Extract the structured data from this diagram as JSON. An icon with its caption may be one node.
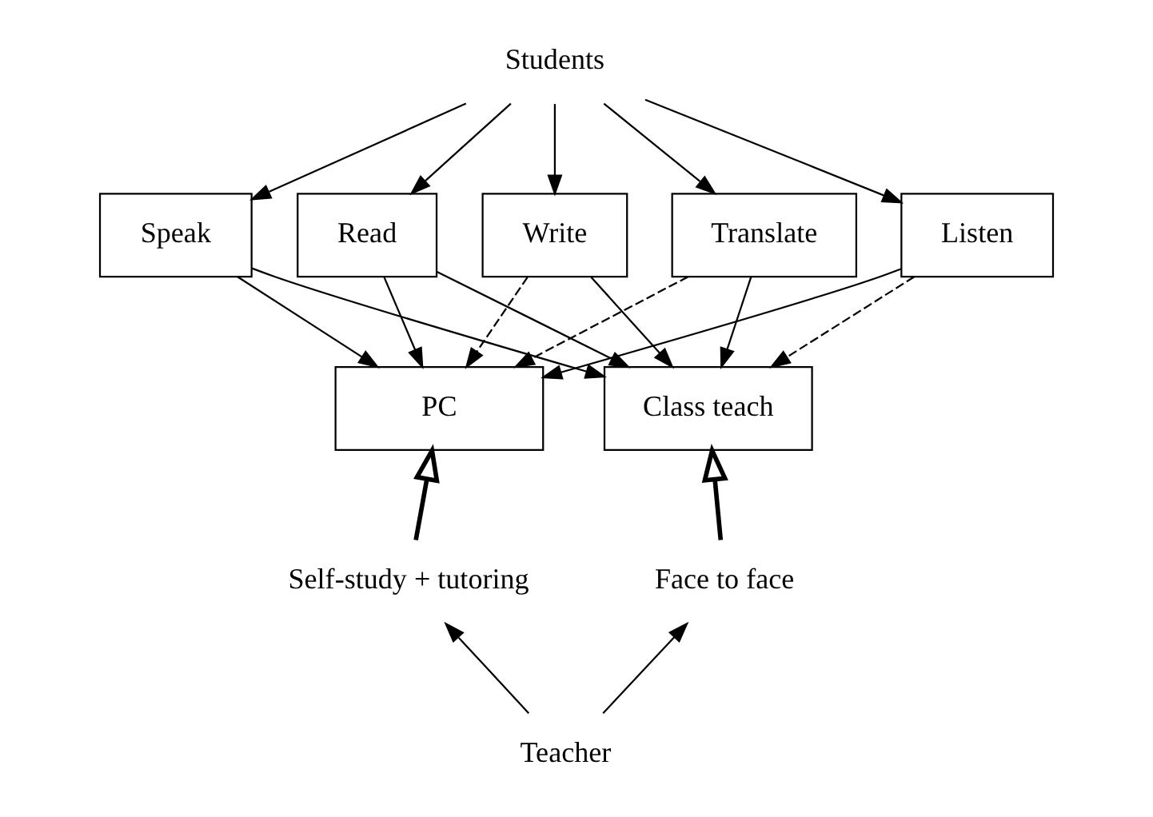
{
  "diagram": {
    "nodes": [
      {
        "text": [
          "Students"
        ]
      },
      {
        "text": [
          "Listen"
        ]
      },
      {
        "text": [
          "Speak"
        ]
      },
      {
        "text": [
          "Read"
        ]
      },
      {
        "text": [
          "Write"
        ]
      },
      {
        "text": [
          "Translate"
        ]
      },
      {
        "text": [
          "PC"
        ]
      },
      {
        "text": [
          "Class teach"
        ]
      },
      {
        "text": [
          "Self-study + tutoring"
        ]
      },
      {
        "text": [
          "Face to face"
        ]
      },
      {
        "text": [
          "Teacher"
        ]
      }
    ],
    "edges": [
      {
        "from": 0,
        "to": 1,
        "arrow": "to"
      },
      {
        "from": 0,
        "to": 2,
        "arrow": "to"
      },
      {
        "from": 0,
        "to": 3,
        "arrow": "to"
      },
      {
        "from": 0,
        "to": 4,
        "arrow": "to"
      },
      {
        "from": 0,
        "to": 5,
        "arrow": "to"
      },
      {
        "from": 1,
        "to": 6,
        "arrow": "to"
      },
      {
        "from": 1,
        "to": 7,
        "arrow": "to",
        "style": "dashed"
      },
      {
        "from": 2,
        "to": 6,
        "arrow": "to"
      },
      {
        "from": 2,
        "to": 7,
        "arrow": "to"
      },
      {
        "from": 3,
        "to": 6,
        "arrow": "to"
      },
      {
        "from": 3,
        "to": 7,
        "arrow": "to"
      },
      {
        "from": 4,
        "to": 6,
        "arrow": "to",
        "style": "dashed"
      },
      {
        "from": 4,
        "to": 7,
        "arrow": "to"
      },
      {
        "from": 5,
        "to": 6,
        "arrow": "to",
        "style": "dashed"
      },
      {
        "from": 5,
        "to": 7,
        "arrow": "to"
      },
      {
        "from": 8,
        "to": 6,
        "arrow": "to",
        "style": "thick"
      },
      {
        "from": 9,
        "to": 7,
        "arrow": "to",
        "style": "thick"
      },
      {
        "from": 10,
        "to": 8,
        "arrow": "to"
      },
      {
        "from": 10,
        "to": 9,
        "arrow": "to"
      }
    ]
  }
}
